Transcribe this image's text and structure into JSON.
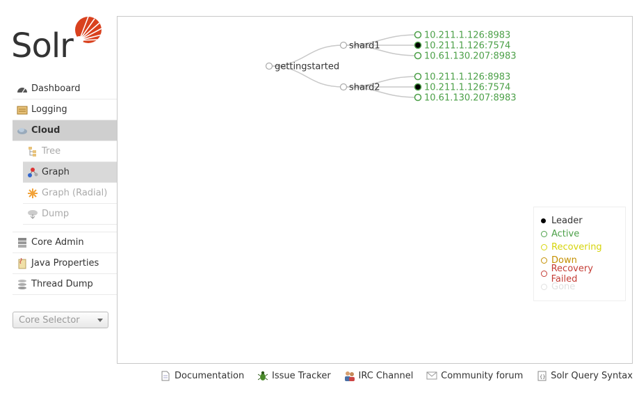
{
  "logo": {
    "text": "Solr"
  },
  "nav": {
    "dashboard": "Dashboard",
    "logging": "Logging",
    "cloud": "Cloud",
    "cloud_sub": {
      "tree": "Tree",
      "graph": "Graph",
      "graph_radial": "Graph (Radial)",
      "dump": "Dump"
    },
    "core_admin": "Core Admin",
    "java_properties": "Java Properties",
    "thread_dump": "Thread Dump"
  },
  "core_selector": {
    "placeholder": "Core Selector"
  },
  "graph": {
    "collection": "gettingstarted",
    "shards": [
      {
        "name": "shard1",
        "replicas": [
          {
            "host": "10.211.1.126:8983",
            "leader": false
          },
          {
            "host": "10.211.1.126:7574",
            "leader": true
          },
          {
            "host": "10.61.130.207:8983",
            "leader": false
          }
        ]
      },
      {
        "name": "shard2",
        "replicas": [
          {
            "host": "10.211.1.126:8983",
            "leader": false
          },
          {
            "host": "10.211.1.126:7574",
            "leader": true
          },
          {
            "host": "10.61.130.207:8983",
            "leader": false
          }
        ]
      }
    ],
    "colors": {
      "active": "#4ca048",
      "line": "#c8c8c8",
      "node": "#aaaaaa"
    }
  },
  "legend": {
    "leader": "Leader",
    "active": "Active",
    "recovering": "Recovering",
    "down": "Down",
    "recovery_failed": "Recovery Failed",
    "gone": "Gone",
    "colors": {
      "leader": "#000000",
      "active": "#4ca048",
      "recovering": "#d6d40b",
      "down": "#c48f00",
      "recovery_failed": "#c43c35",
      "gone": "#e0e0e0"
    }
  },
  "footer": {
    "documentation": "Documentation",
    "issue_tracker": "Issue Tracker",
    "irc_channel": "IRC Channel",
    "community_forum": "Community forum",
    "query_syntax": "Solr Query Syntax"
  }
}
